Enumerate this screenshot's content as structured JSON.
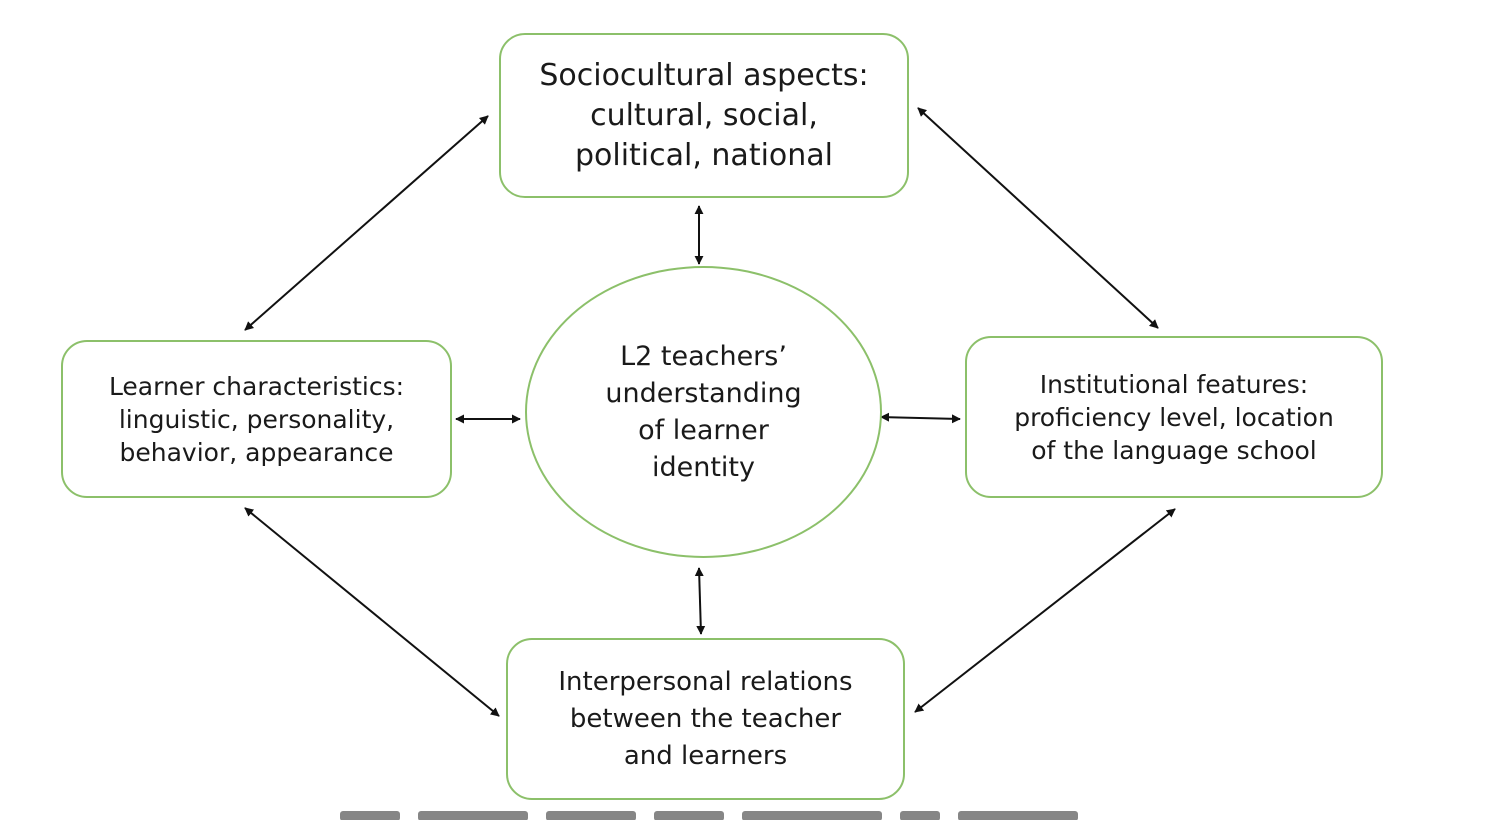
{
  "nodes": {
    "top": {
      "text": "Sociocultural aspects:\ncultural, social,\npolitical, national"
    },
    "left": {
      "text": "Learner characteristics:\nlinguistic, personality,\nbehavior, appearance"
    },
    "center": {
      "text": "L2 teachers’\nunderstanding\nof learner\nidentity"
    },
    "right": {
      "text": "Institutional features:\nproficiency level, location\nof the language school"
    },
    "bottom": {
      "text": "Interpersonal relations\nbetween the teacher\nand learners"
    }
  },
  "colors": {
    "node_border": "#8cc06a",
    "arrow": "#111111",
    "text": "#1a1a1a",
    "background": "#ffffff"
  },
  "arrows": [
    {
      "from": "top",
      "to": "center",
      "type": "double-headed"
    },
    {
      "from": "left",
      "to": "center",
      "type": "double-headed"
    },
    {
      "from": "right",
      "to": "center",
      "type": "double-headed"
    },
    {
      "from": "bottom",
      "to": "center",
      "type": "double-headed"
    },
    {
      "from": "top",
      "to": "left",
      "type": "double-headed"
    },
    {
      "from": "top",
      "to": "right",
      "type": "double-headed"
    },
    {
      "from": "bottom",
      "to": "left",
      "type": "double-headed"
    },
    {
      "from": "bottom",
      "to": "right",
      "type": "double-headed"
    }
  ]
}
